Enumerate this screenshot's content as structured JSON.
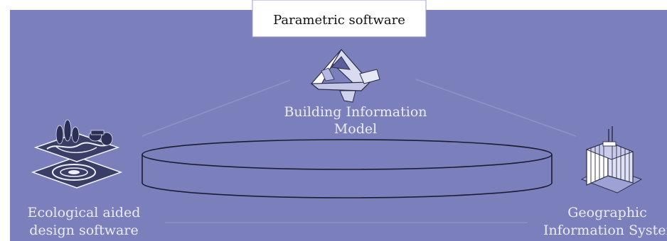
{
  "diagram": {
    "title": "Parametric software",
    "nodes": {
      "top": {
        "line1": "Building Information",
        "line2": "Model",
        "icon": "building-information-model-icon"
      },
      "left": {
        "line1": "Ecological aided",
        "line2": "design software",
        "icon": "ecological-landscape-icon"
      },
      "right": {
        "line1": "Geographic",
        "line2": "Information System",
        "icon": "office-building-icon"
      }
    },
    "colors": {
      "panel": "#7b7fbb",
      "panel_border": "#6a6eaa",
      "cylinder_stroke": "#1c1c30",
      "label": "#ececf6",
      "icon_fill": "#eef0fa"
    }
  }
}
